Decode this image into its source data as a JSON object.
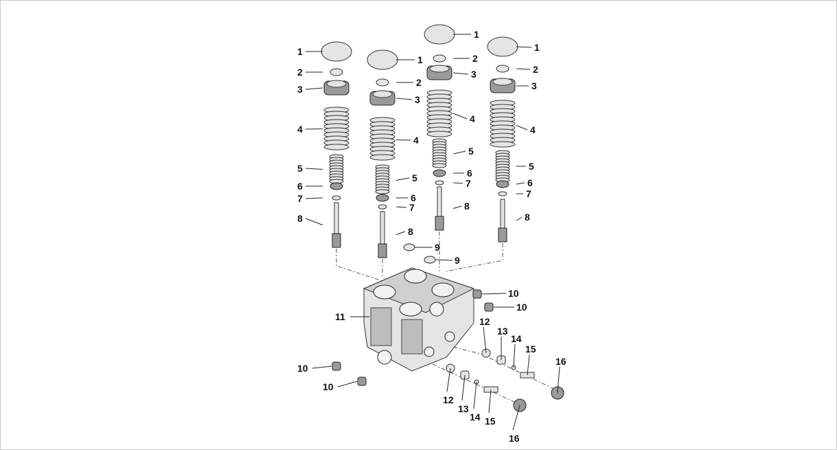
{
  "diagram": {
    "type": "exploded parts view",
    "callouts": {
      "col1": [
        "1",
        "2",
        "3",
        "4",
        "5",
        "6",
        "7",
        "8"
      ],
      "col2": [
        "1",
        "2",
        "3",
        "4",
        "5",
        "6",
        "7",
        "8"
      ],
      "col3": [
        "1",
        "2",
        "3",
        "4",
        "5",
        "6",
        "7",
        "8"
      ],
      "col4": [
        "1",
        "2",
        "3",
        "4",
        "5",
        "6",
        "7",
        "8"
      ],
      "seat_a": "9",
      "seat_b": "9",
      "plug_a": "10",
      "plug_b": "10",
      "plug_c": "10",
      "plug_d": "10",
      "body": "11",
      "upper_valve": [
        "12",
        "13",
        "14",
        "15",
        "16"
      ],
      "lower_valve": [
        "12",
        "13",
        "14",
        "15",
        "16"
      ]
    }
  }
}
